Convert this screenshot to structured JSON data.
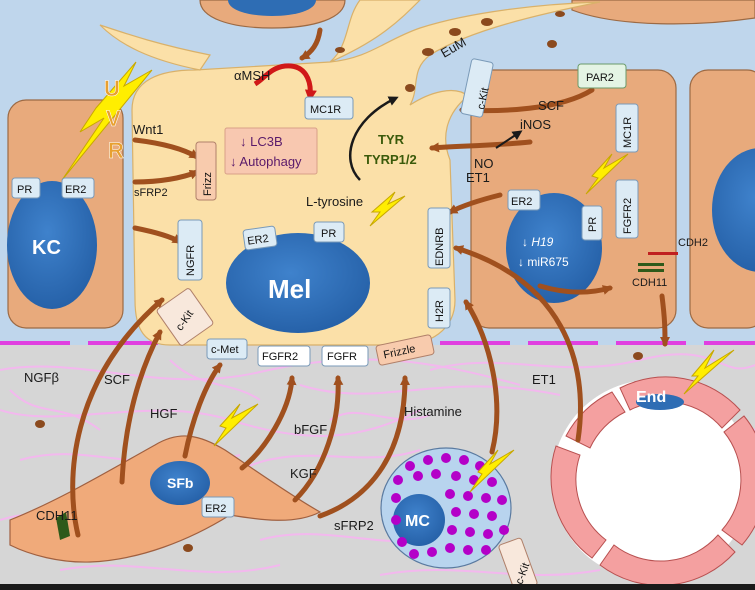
{
  "cells": {
    "kc": "KC",
    "mel": "Mel",
    "sfb": "SFb",
    "mc": "MC",
    "end": "End",
    "eum": "EuM"
  },
  "uvr": [
    "U",
    "V",
    "R"
  ],
  "receptors": {
    "pr_kc": "PR",
    "er2_kc": "ER2",
    "frizz": "Frizz",
    "ngfr": "NGFR",
    "ckit_mel": "c-Kit",
    "cmet": "c-Met",
    "fgfr2_mel": "FGFR2",
    "fgfr": "FGFR",
    "frizzle": "Frizzle",
    "h2r": "H2R",
    "ednrb": "EDNRB",
    "er2_mel": "ER2",
    "pr_mel": "PR",
    "mc1r_mel": "MC1R",
    "ckit_eum": "c-Kit",
    "par2": "PAR2",
    "mc1r_right": "MC1R",
    "fgfr2_right": "FGFR2",
    "er2_right": "ER2",
    "pr_right": "PR",
    "er2_sfb": "ER2",
    "ckit_mc": "c-Kit"
  },
  "signals": {
    "amsh": "αMSH",
    "wnt1": "Wnt1",
    "sfrp2_top": "sFRP2",
    "scf_top": "SCF",
    "inos": "iNOS",
    "no": "NO",
    "tyr": "TYR",
    "tyrp": "TYRP1/2",
    "ltyrosine": "L-tyrosine",
    "et1_top": "ET1",
    "cdh2": "CDH2",
    "cdh11_right": "CDH11",
    "ngfb": "NGFβ",
    "scf_bottom": "SCF",
    "hgf": "HGF",
    "bfgf": "bFGF",
    "kgf": "KGF",
    "sfrp2_bottom": "sFRP2",
    "histamine": "Histamine",
    "et1_bottom": "ET1",
    "cdh11_bottom": "CDH11"
  },
  "autophagy_box": {
    "line1": "↓ LC3B",
    "line2": "↓ Autophagy"
  },
  "fibroblast_nucleus": {
    "line1_arrow": "↓ ",
    "line1_gene": "H19",
    "line2": "↓ miR675"
  },
  "colors": {
    "cell_tan": "#E8AA7C",
    "melanocyte_cream": "#FBE0A8",
    "nucleus_blue": "#2E6DB4",
    "arrow_brown": "#A0501E",
    "basement_membrane": "#E040E0",
    "mast_granule": "#B400C8",
    "receptor_blue": "#DCEBF5",
    "receptor_peach": "#F8CBAD",
    "text_green": "#3A5A0A",
    "text_purple": "#5A1A6A",
    "uvr_yellow": "#FFEE00"
  }
}
